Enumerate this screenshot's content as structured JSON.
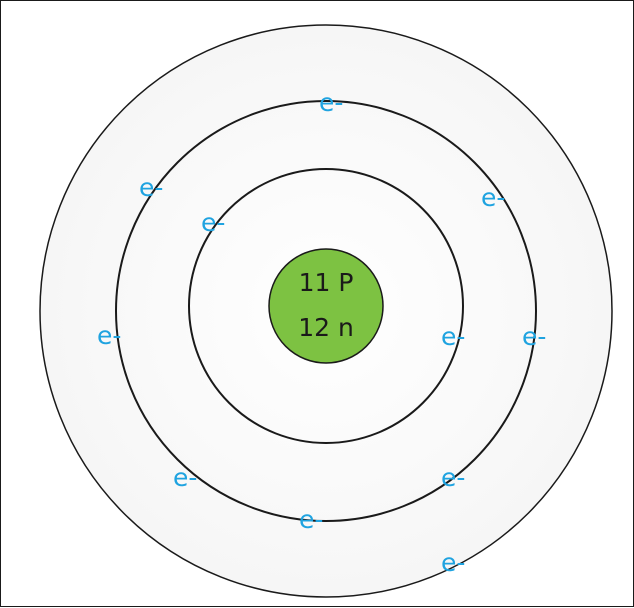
{
  "nucleus": {
    "protons_label": "11 P",
    "neutrons_label": "12 n",
    "fill_color": "#7dc242"
  },
  "shells": [
    {
      "name": "inner",
      "electrons": [
        "e-",
        "e-"
      ]
    },
    {
      "name": "middle",
      "electrons": [
        "e-",
        "e-",
        "e-",
        "e-",
        "e-",
        "e-",
        "e-",
        "e-"
      ]
    },
    {
      "name": "outer",
      "electrons": [
        "e-"
      ]
    }
  ],
  "colors": {
    "electron": "#1fa3e0",
    "orbit": "#1a1a1a",
    "background": "#fafafa"
  }
}
